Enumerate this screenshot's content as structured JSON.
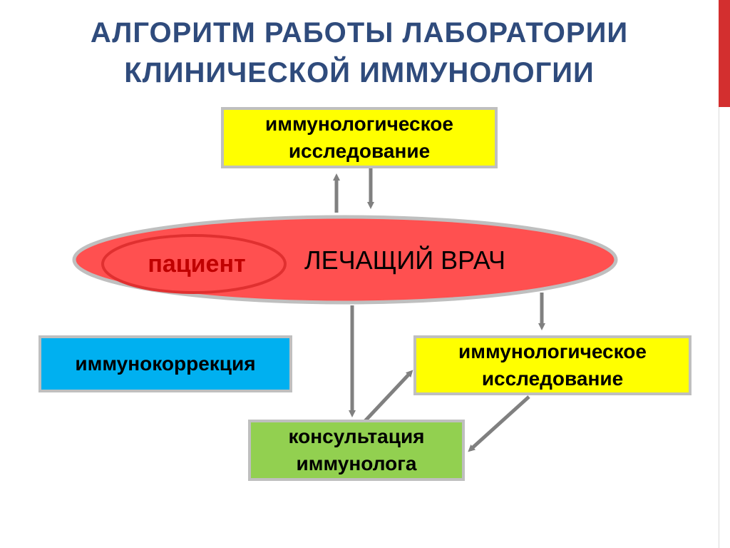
{
  "slide": {
    "title_line1": "АЛГОРИТМ РАБОТЫ ЛАБОРАТОРИИ",
    "title_line2": "КЛИНИЧЕСКОЙ ИММУНОЛОГИИ"
  },
  "diagram": {
    "top_box": {
      "line1": "иммунологическое",
      "line2": "исследование"
    },
    "ellipse": {
      "patient": "пациент",
      "doctor": "ЛЕЧАЩИЙ ВРАЧ"
    },
    "left_box": {
      "label": "иммунокоррекция"
    },
    "right_box": {
      "line1": "иммунологическое",
      "line2": "исследование"
    },
    "bottom_box": {
      "line1": "консультация",
      "line2": "иммунолога"
    }
  },
  "colors": {
    "title": "#2f4b7c",
    "ellipse_fill": "#ff5050",
    "ellipse_border": "#bfbfbf",
    "patient_text": "#c00000",
    "yellow_box": "#ffff00",
    "blue_box": "#00b0f0",
    "green_box": "#92d050",
    "arrow": "#808080",
    "accent": "#d32f2f"
  }
}
